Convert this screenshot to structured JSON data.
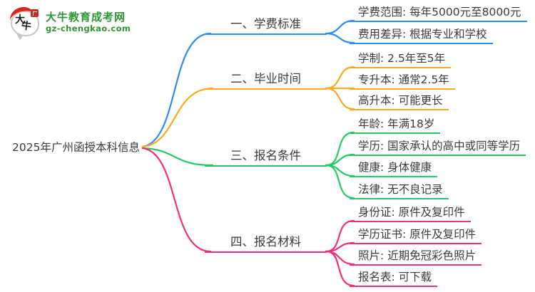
{
  "logo": {
    "icon_text_top": "大",
    "icon_text_bottom": "牛",
    "title": "大牛教育成考网",
    "domain": "gz-chengkao.com",
    "brand_color": "#2f9632"
  },
  "root": {
    "label": "2025年广州函授本科信息"
  },
  "branches": [
    {
      "label": "一、学费标准",
      "color": "#2e8bf0",
      "leaves": [
        "学费范围: 每年5000元至8000元",
        "费用差异: 根据专业和学校"
      ]
    },
    {
      "label": "二、毕业时间",
      "color": "#fba91e",
      "leaves": [
        "学制: 2.5年至5年",
        "专升本: 通常2.5年",
        "高升本: 可能更长"
      ]
    },
    {
      "label": "三、报名条件",
      "color": "#26c965",
      "leaves": [
        "年龄: 年满18岁",
        "学历: 国家承认的高中或同等学历",
        "健康: 身体健康",
        "法律: 无不良记录"
      ]
    },
    {
      "label": "四、报名材料",
      "color": "#f0307d",
      "leaves": [
        "身份证: 原件及复印件",
        "学历证书: 原件及复印件",
        "照片: 近期免冠彩色照片",
        "报名表: 可下载"
      ]
    }
  ],
  "text_color": "#3b3b3b"
}
